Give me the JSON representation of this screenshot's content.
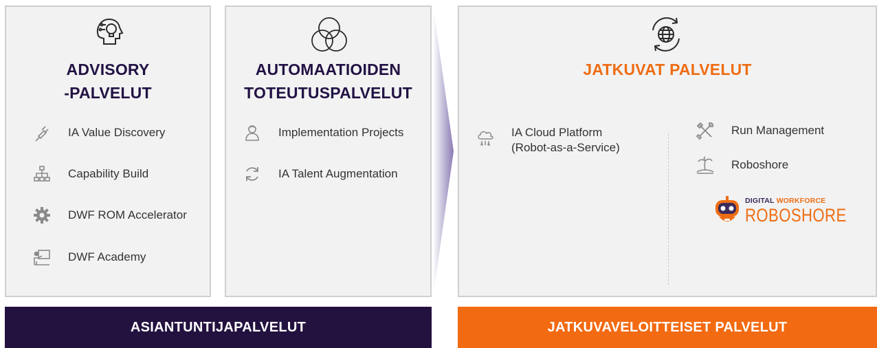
{
  "advisory": {
    "title_line1": "ADVISORY",
    "title_line2": "-PALVELUT",
    "icon": "brain-lightbulb-icon",
    "items": [
      {
        "label": "IA Value Discovery",
        "icon": "plug-icon"
      },
      {
        "label": "Capability Build",
        "icon": "hierarchy-icon"
      },
      {
        "label": "DWF ROM Accelerator",
        "icon": "gear-icon"
      },
      {
        "label": "DWF Academy",
        "icon": "teacher-board-icon"
      }
    ]
  },
  "automation": {
    "title_line1": "AUTOMAATIOIDEN",
    "title_line2": "TOTEUTUSPALVELUT",
    "icon": "venn-circles-icon",
    "items": [
      {
        "label": "Implementation Projects",
        "icon": "person-icon"
      },
      {
        "label": "IA Talent Augmentation",
        "icon": "refresh-icon"
      }
    ]
  },
  "continuous": {
    "title": "JATKUVAT PALVELUT",
    "icon": "globe-cycle-icon",
    "cloud": {
      "line1": "IA Cloud Platform",
      "line2": "(Robot-as-a-Service)",
      "icon": "cloud-icon"
    },
    "items": [
      {
        "label": "Run Management",
        "icon": "tools-icon"
      },
      {
        "label": "Roboshore",
        "icon": "island-icon"
      }
    ],
    "logo": {
      "line1a": "DIGITAL",
      "line1b": "WORKFORCE",
      "line2": "ROBOSHORE"
    }
  },
  "bars": {
    "left": "ASIANTUNTIJAPALVELUT",
    "right": "JATKUVAVELOITTEISET PALVELUT"
  },
  "colors": {
    "dark_purple": "#23113f",
    "orange": "#f26a11",
    "card_bg": "#f2f2f2"
  }
}
